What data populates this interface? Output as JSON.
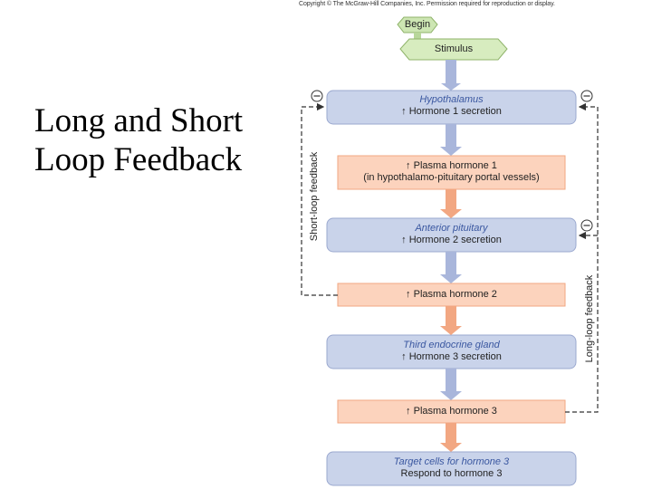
{
  "slide": {
    "title_line1": "Long and Short",
    "title_line2": "Loop Feedback"
  },
  "copyright": "Copyright © The McGraw-Hill Companies, Inc. Permission required for reproduction or display.",
  "flow": {
    "begin": "Begin",
    "stimulus": "Stimulus",
    "steps": [
      {
        "title": "Hypothalamus",
        "text": "↑ Hormone 1 secretion",
        "kind": "gland"
      },
      {
        "title": "",
        "text": "↑ Plasma hormone 1",
        "text2": "(in hypothalamo-pituitary portal vessels)",
        "kind": "plasma"
      },
      {
        "title": "Anterior pituitary",
        "text": "↑ Hormone 2 secretion",
        "kind": "gland"
      },
      {
        "title": "",
        "text": "↑ Plasma hormone 2",
        "kind": "plasma"
      },
      {
        "title": "Third endocrine gland",
        "text": "↑ Hormone 3 secretion",
        "kind": "gland"
      },
      {
        "title": "",
        "text": "↑ Plasma hormone 3",
        "kind": "plasma"
      },
      {
        "title": "Target cells for hormone 3",
        "text": "Respond to hormone 3",
        "kind": "gland"
      }
    ],
    "short_loop_label": "Short-loop feedback",
    "long_loop_label": "Long-loop feedback",
    "inhibit_symbol": "−"
  },
  "colors": {
    "gland_fill": "#c9d3ea",
    "plasma_fill": "#fcd3bd",
    "begin_fill": "#cde6b3",
    "stimulus_fill": "#d7ecbf",
    "down_arrow": "#a9b6db",
    "orange_arrow": "#f2a782",
    "title_text": "#3a57a0"
  }
}
